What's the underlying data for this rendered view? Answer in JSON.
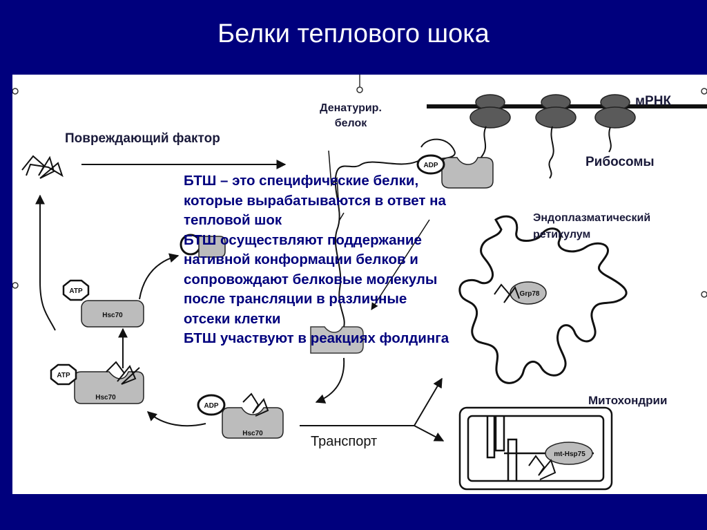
{
  "title": "Белки теплового шока",
  "labels": {
    "damaging_factor": "Повреждающий фактор",
    "denatured_line1": "Денатурир.",
    "denatured_line2": "белок",
    "mrna": "мРНК",
    "ribosomes": "Рибосомы",
    "er_line1": "Эндоплазматический",
    "er_line2": "ретикулум",
    "mitochondria": "Митохондрии",
    "transport": "Транспорт"
  },
  "molecules": {
    "atp": "ATP",
    "adp": "ADP",
    "hsc70": "Hsc70",
    "grp78": "Grp78",
    "mt_hsp75": "mt-Hsp75"
  },
  "body_lines": [
    "БТШ – это специфические белки,",
    "которые вырабатываются в ответ на",
    "тепловой шок",
    "БТШ осуществляют поддержание",
    "нативной конформации белков и",
    "сопровождают белковые молекулы",
    "после трансляции в различные",
    "отсеки клетки",
    "БТШ участвуют в реакциях фолдинга"
  ],
  "colors": {
    "background": "#00007d",
    "panel": "#ffffff",
    "body_text": "#00007d",
    "ribosome": "#5a5a5a",
    "protein_fill": "#bcbcbc"
  }
}
